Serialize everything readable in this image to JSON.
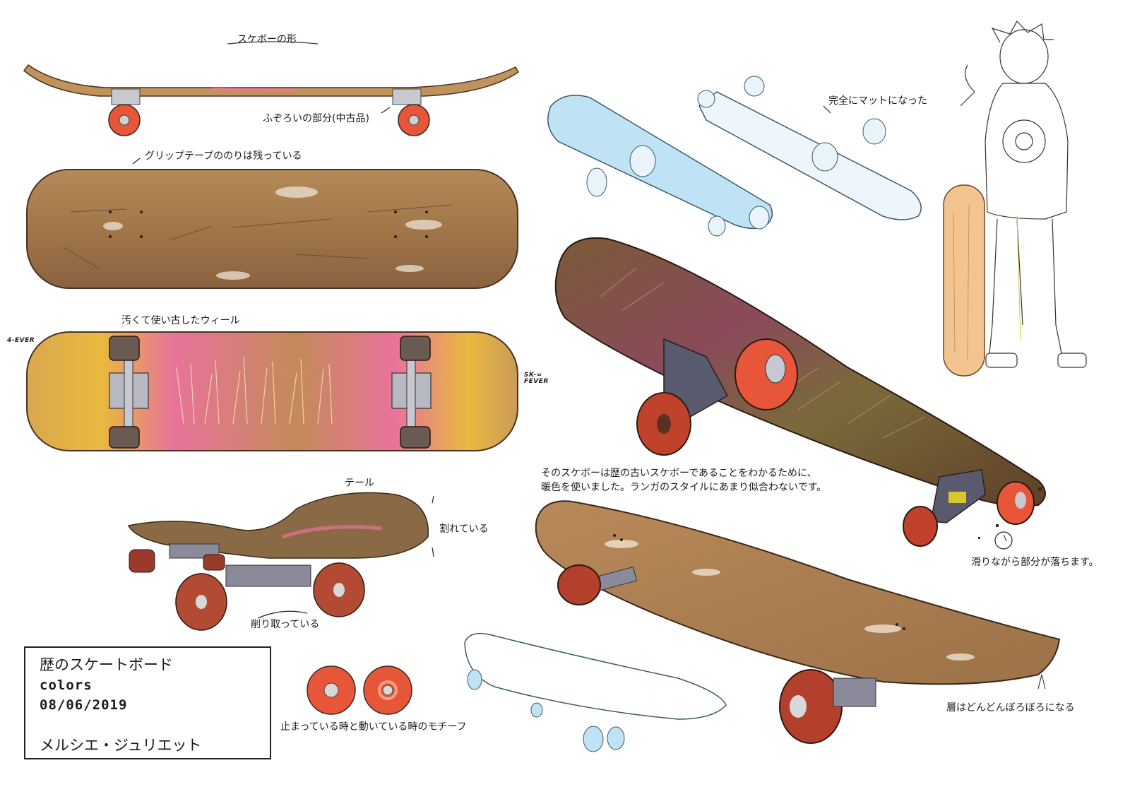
{
  "annotations": {
    "board_shape": "スケボーの形",
    "uneven_part": "ふぞろいの部分(中古品)",
    "grip_tape": "グリップテープののりは残っている",
    "dirty_wheels": "汚くて使い古したウィール",
    "tail": "テール",
    "cracked": "割れている",
    "scraped": "削り取っている",
    "wheel_motif": "止まっている時と動いている時のモチーフ",
    "fully_matte": "完全にマットになった",
    "explanation_line1": "そのスケボーは歴の古いスケボーであることをわかるために、",
    "explanation_line2": "暖色を使いました。ランガのスタイルにあまり似合わないです。",
    "falling_parts": "滑りながら部分が落ちます。",
    "layers_ragged": "層はどんどんぼろぼろになる"
  },
  "graffiti": {
    "left": "4-EVER",
    "right_line1": "SK-∞",
    "right_line2": "FEVER"
  },
  "title_box": {
    "title": "歴のスケートボード",
    "subtitle": "colors",
    "date": "08/06/2019",
    "author": "メルシエ・ジュリエット"
  },
  "colors": {
    "wood": "#a67c4e",
    "wood_dark": "#6b4a2c",
    "wheel_orange": "#e8563a",
    "wheel_dark": "#7a3a2a",
    "truck": "#8a8a96",
    "pink": "#e86a88",
    "yellow": "#f0c840",
    "sky_blue": "#bfe3f4",
    "pale_wood": "#f3c48d"
  }
}
